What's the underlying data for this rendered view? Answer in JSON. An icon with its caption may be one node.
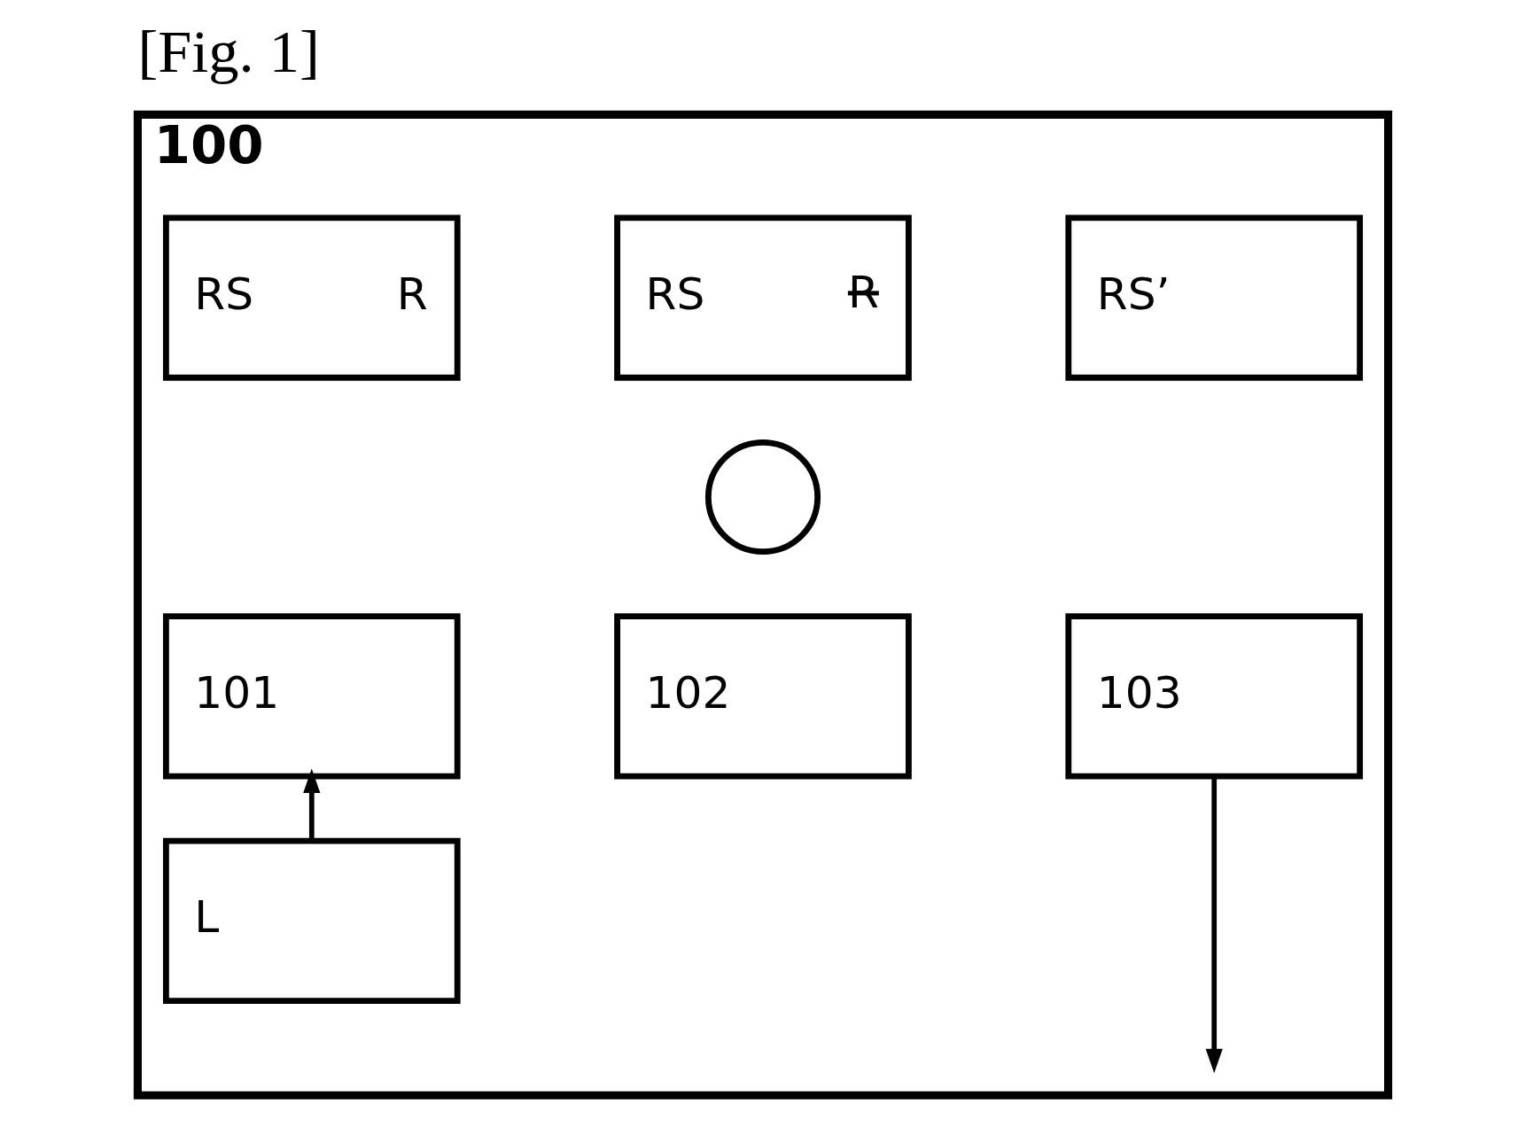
{
  "diagram": {
    "title": "[Fig. 1]",
    "nodes": [
      {
        "text": [
          "100"
        ]
      },
      {
        "text": [
          "RS",
          "R"
        ],
        "in": 0
      },
      {
        "text": [
          "RS",
          "R"
        ],
        "in": 0
      },
      {
        "text": [
          "RS’"
        ],
        "in": 0
      },
      {
        "text": [],
        "shape": "circle",
        "in": 0
      },
      {
        "text": [
          "101"
        ],
        "in": 0
      },
      {
        "text": [
          "102"
        ],
        "in": 0
      },
      {
        "text": [
          "103"
        ],
        "in": 0
      },
      {
        "text": [
          "L"
        ],
        "in": 0
      }
    ],
    "edges": [
      {
        "from": 8,
        "to": 5,
        "arrow": "to"
      },
      {
        "from": 7,
        "to": null,
        "arrow": "to"
      }
    ]
  }
}
